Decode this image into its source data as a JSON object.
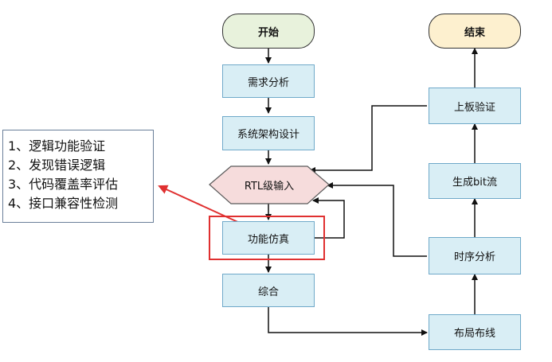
{
  "nodes": {
    "start": "开始",
    "end": "结束",
    "requirements": "需求分析",
    "architecture": "系统架构设计",
    "rtl": "RTL级输入",
    "sim": "功能仿真",
    "synth": "综合",
    "board": "上板验证",
    "bitstream": "生成bit流",
    "timing": "时序分析",
    "pnr": "布局布线"
  },
  "note_items": [
    "1、逻辑功能验证",
    "2、发现错误逻辑",
    "3、代码覆盖率评估",
    "4、接口兼容性检测"
  ],
  "colors": {
    "start_fill": "#e8f2dc",
    "end_fill": "#fdf0cf",
    "process_fill": "#d9eef5",
    "decision_fill": "#f6dcdc",
    "highlight": "#e03030"
  }
}
